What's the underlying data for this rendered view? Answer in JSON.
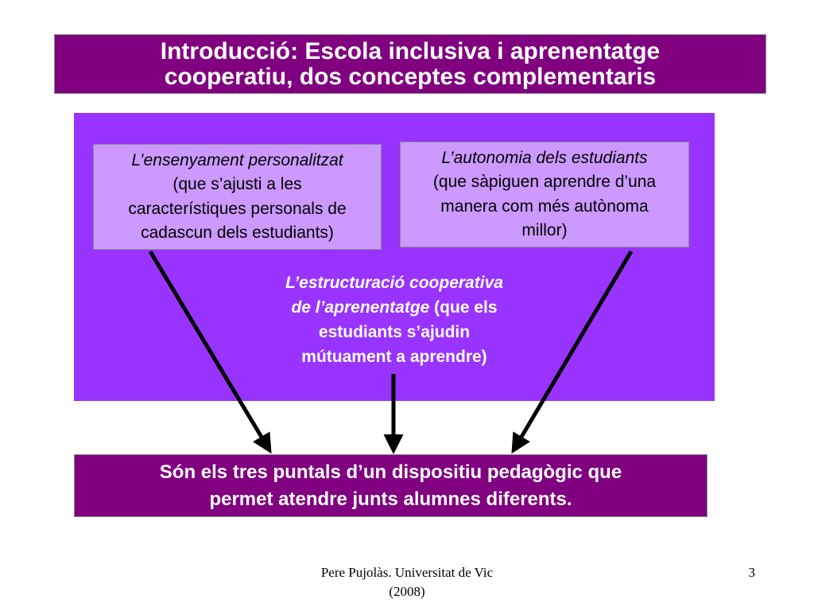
{
  "title": {
    "line1": "Introducció: Escola inclusiva i aprenentatge",
    "line2": "cooperatiu, dos conceptes complementaris"
  },
  "left_card": {
    "heading": "L’ensenyament personalitzat",
    "line1": "(que s’ajusti a les",
    "line2": "característiques personals de",
    "line3": "cadascun dels estudiants)"
  },
  "right_card": {
    "heading": "L’autonomia dels estudiants",
    "line1": "(que sàpiguen aprendre d’una",
    "line2": "manera com més autònoma",
    "line3": "millor)"
  },
  "center": {
    "italic1": "L’estructuració cooperativa",
    "italic2": "de l’aprenentatge",
    "rest2": " (que els",
    "line3": "estudiants s’ajudin",
    "line4": "mútuament a aprendre)"
  },
  "bottom": {
    "line1": "Són els tres puntals d’un dispositiu pedagògic que",
    "line2": "permet atendre junts alumnes diferents."
  },
  "footer": {
    "line1": "Pere Pujolàs. Universitat de Vic",
    "line2": "(2008)",
    "page": "3"
  },
  "colors": {
    "title_bg": "#800080",
    "panel_bg": "#9933ff",
    "card_bg": "#cc99ff",
    "arrow": "#000000"
  }
}
